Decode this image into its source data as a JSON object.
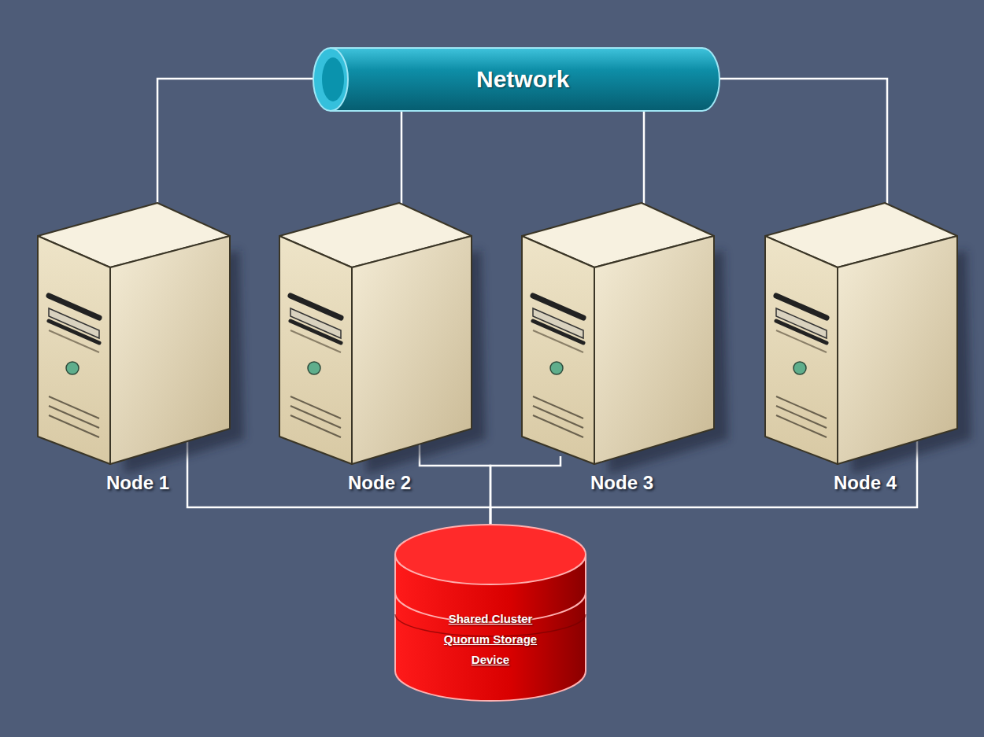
{
  "diagram": {
    "nodes": [
      {
        "text": [
          "Network"
        ]
      },
      {
        "text": [
          "Node 1"
        ]
      },
      {
        "text": [
          "Node 2"
        ]
      },
      {
        "text": [
          "Node 3"
        ]
      },
      {
        "text": [
          "Node 4"
        ]
      },
      {
        "text": [
          "Shared Cluster Quorum Storage Device"
        ]
      }
    ],
    "edges": [
      {
        "from": 0,
        "to": 1,
        "arrow": "none"
      },
      {
        "from": 0,
        "to": 2,
        "arrow": "none"
      },
      {
        "from": 0,
        "to": 3,
        "arrow": "none"
      },
      {
        "from": 0,
        "to": 4,
        "arrow": "none"
      },
      {
        "from": 1,
        "to": 5,
        "arrow": "none"
      },
      {
        "from": 2,
        "to": 5,
        "arrow": "none"
      },
      {
        "from": 3,
        "to": 5,
        "arrow": "none"
      },
      {
        "from": 4,
        "to": 5,
        "arrow": "none"
      }
    ]
  }
}
